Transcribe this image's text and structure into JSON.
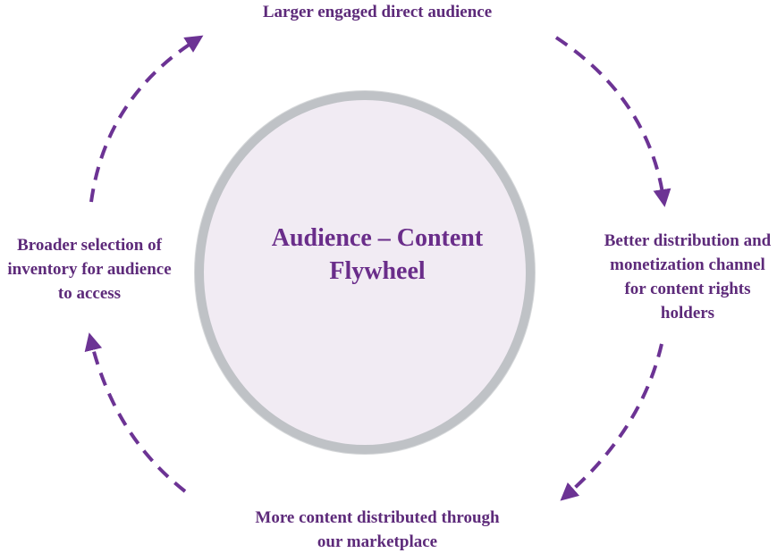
{
  "title": "Audience – Content Flywheel",
  "colors": {
    "arrow": "#6c3394",
    "text": "#5d2a7a",
    "circle_fill": "#f1ebf3",
    "circle_border": "#bfc2c6"
  },
  "nodes": {
    "top": "Larger engaged direct audience",
    "right": "Better distribution and monetization channel for content rights holders",
    "bottom": "More content distributed through our marketplace",
    "left": "Broader selection of inventory for audience to access"
  }
}
